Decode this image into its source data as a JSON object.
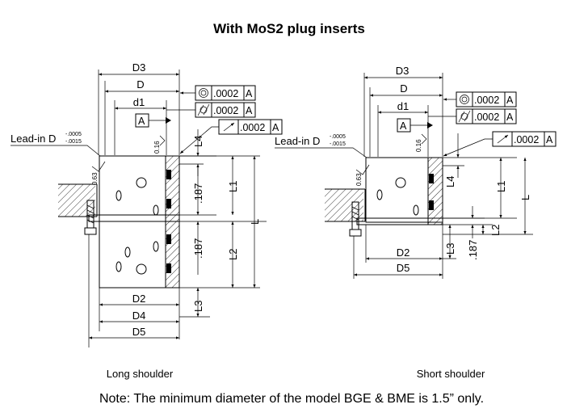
{
  "title": "With MoS2 plug inserts",
  "note": "Note: The minimum diameter of the model BGE & BME is 1.5” only.",
  "views": [
    {
      "caption": "Long shoulder",
      "leadin_label": "Lead-in D",
      "leadin_tol_upper": "-.0005",
      "leadin_tol_lower": "-.0015",
      "finish_small": "0.63",
      "finish_inner": "0.16",
      "datum": "A",
      "fcf_concentricity": {
        "value": ".0002",
        "datum": "A"
      },
      "fcf_cylindricity": {
        "value": ".0002",
        "datum": "A"
      },
      "fcf_runout": {
        "value": ".0002",
        "datum": "A"
      },
      "dims": {
        "D3": "D3",
        "D": "D",
        "d1": "d1",
        "D2": "D2",
        "D4": "D4",
        "D5": "D5",
        "L": "L",
        "L1": "L1",
        "L2": "L2",
        "L3": "L3",
        "L4": "L4",
        "v187a": ".187",
        "v187b": ".187"
      }
    },
    {
      "caption": "Short shoulder",
      "leadin_label": "Lead-in D",
      "leadin_tol_upper": "-.0005",
      "leadin_tol_lower": "-.0015",
      "finish_small": "0.63",
      "finish_inner": "0.16",
      "datum": "A",
      "fcf_concentricity": {
        "value": ".0002",
        "datum": "A"
      },
      "fcf_cylindricity": {
        "value": ".0002",
        "datum": "A"
      },
      "fcf_runout": {
        "value": ".0002",
        "datum": "A"
      },
      "dims": {
        "D3": "D3",
        "D": "D",
        "d1": "d1",
        "D2": "D2",
        "D5": "D5",
        "L": "L",
        "L1": "L1",
        "L2": "L2",
        "L3": "L3",
        "L4": "L4",
        "v187": ".187"
      }
    }
  ],
  "icons": [
    "concentricity-icon",
    "cylindricity-icon",
    "runout-icon",
    "surface-finish-icon",
    "hatching",
    "mos2-plug-icon"
  ]
}
